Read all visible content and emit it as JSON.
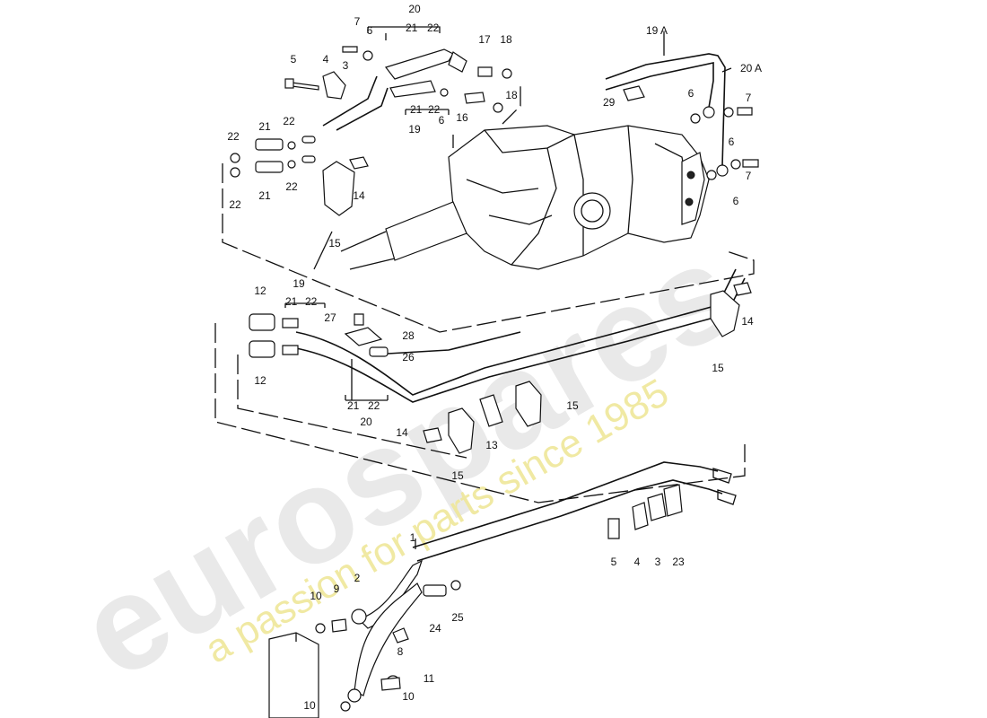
{
  "watermark": {
    "brand": "eurospares",
    "tagline": "a passion for parts since 1985"
  },
  "labels": {
    "l1": "1",
    "l2": "2",
    "l3a": "3",
    "l3b": "3",
    "l4a": "4",
    "l4b": "4",
    "l5a": "5",
    "l5b": "5",
    "l6a": "6",
    "l6b": "6",
    "l6c": "6",
    "l6d": "6",
    "l6e": "6",
    "l7a": "7",
    "l7b": "7",
    "l7c": "7",
    "l8": "8",
    "l9": "9",
    "l10a": "10",
    "l10b": "10",
    "l10c": "10",
    "l11": "11",
    "l12a": "12",
    "l12b": "12",
    "l13": "13",
    "l14a": "14",
    "l14b": "14",
    "l14c": "14",
    "l15a": "15",
    "l15b": "15",
    "l15c": "15",
    "l15d": "15",
    "l16": "16",
    "l17": "17",
    "l18a": "18",
    "l18b": "18",
    "l19a": "19",
    "l19b": "19",
    "l19A": "19 A",
    "l20a": "20",
    "l20b": "20",
    "l20A": "20 A",
    "l21a": "21",
    "l21b": "21",
    "l21c": "21",
    "l21d": "21",
    "l21e": "21",
    "l21f": "21",
    "l22a": "22",
    "l22b": "22",
    "l22c": "22",
    "l22d": "22",
    "l22e": "22",
    "l22f": "22",
    "l22g": "22",
    "l22h": "22",
    "l23": "23",
    "l24": "24",
    "l25": "25",
    "l26": "26",
    "l27": "27",
    "l28": "28",
    "l29": "29"
  }
}
